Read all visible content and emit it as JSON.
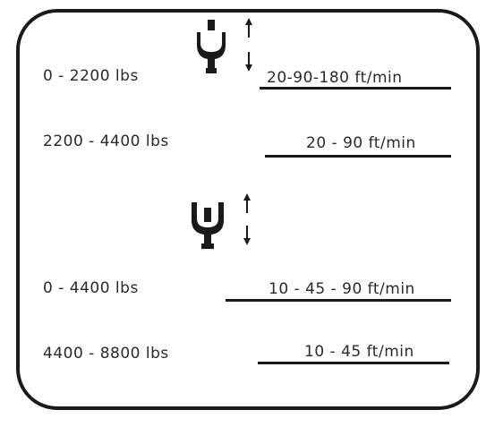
{
  "rows": [
    {
      "load": "0 - 2200 lbs",
      "speed": "20-90-180 ft/min"
    },
    {
      "load": "2200 - 4400 lbs",
      "speed": "20 - 90 ft/min"
    },
    {
      "load": "0 - 4400 lbs",
      "speed": "10 - 45 - 90 ft/min"
    },
    {
      "load": "4400 - 8800 lbs",
      "speed": "10 - 45 ft/min"
    }
  ],
  "icons": {
    "hook_single": "single-hook-icon",
    "hook_double": "double-hook-icon",
    "arrow": "up-down-arrow-icon"
  },
  "colors": {
    "ink": "#1a1a1a",
    "paper": "#ffffff"
  }
}
